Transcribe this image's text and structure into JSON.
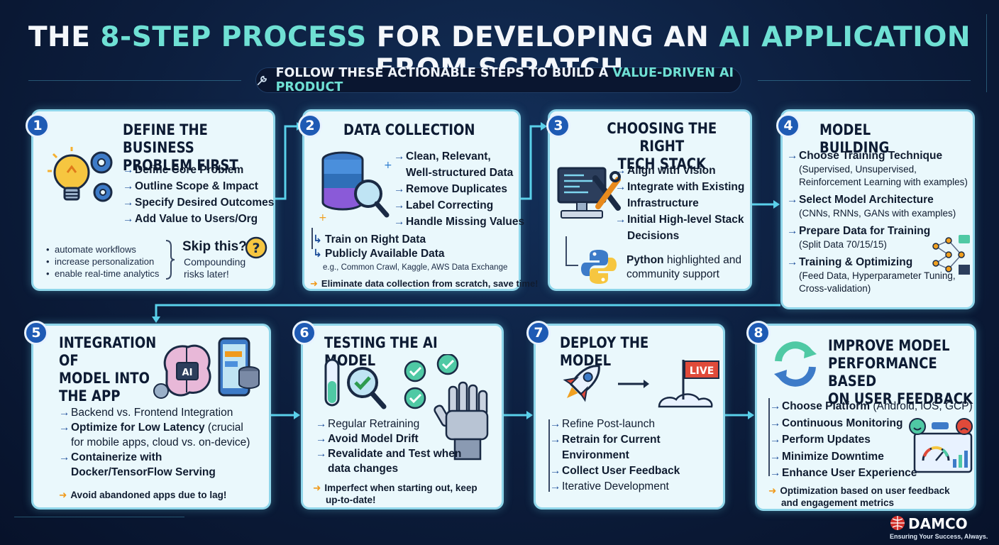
{
  "header": {
    "title_parts": [
      "THE ",
      "8-STEP PROCESS",
      " FOR DEVELOPING AN ",
      "AI APPLICATION",
      " FROM SCRATCH"
    ],
    "subtitle_prefix": "FOLLOW THESE ACTIONABLE STEPS TO BUILD A ",
    "subtitle_highlight": "VALUE-DRIVEN AI PRODUCT"
  },
  "steps": [
    {
      "number": "1",
      "title": [
        "DEFINE THE BUSINESS",
        "PROBLEM FIRST"
      ],
      "items": [
        "Define Core Problem",
        "Outline Scope & Impact",
        "Specify Desired Outcomes",
        "Add Value to Users/Org"
      ],
      "benefits": [
        "automate workflows",
        "increase personalization",
        "enable real-time analytics"
      ],
      "warning_title": "Skip this?",
      "warning_text": [
        "Compounding",
        "risks later!"
      ]
    },
    {
      "number": "2",
      "title": [
        "DATA COLLECTION"
      ],
      "items": [
        [
          "Clean, Relevant,",
          "Well-structured Data"
        ],
        "Remove Duplicates",
        "Label Correcting",
        "Handle Missing Values"
      ],
      "sources": [
        "Train on Right Data",
        "Publicly Available Data"
      ],
      "sources_example": "e.g., Common Crawl, Kaggle, AWS Data Exchange",
      "note": "Eliminate data collection from scratch, save time!"
    },
    {
      "number": "3",
      "title": [
        "CHOOSING THE RIGHT",
        "TECH STACK"
      ],
      "items": [
        "Align with Vision",
        [
          "Integrate with Existing",
          "Infrastructure"
        ],
        [
          "Initial High-level Stack",
          "Decisions"
        ]
      ],
      "python_bold": "Python",
      "python_rest": " highlighted and",
      "python_line2": "community support"
    },
    {
      "number": "4",
      "title": [
        "MODEL BUILDING"
      ],
      "items": [
        {
          "label": "Choose Training Technique",
          "detail": [
            "(Supervised, Unsupervised,",
            "Reinforcement Learning with examples)"
          ]
        },
        {
          "label": "Select Model Architecture",
          "detail": [
            "(CNNs, RNNs, GANs with examples)"
          ]
        },
        {
          "label": "Prepare Data for Training",
          "detail": [
            "(Split Data 70/15/15)"
          ]
        },
        {
          "label": "Training & Optimizing",
          "detail": [
            "(Feed Data, Hyperparameter Tuning,",
            "Cross-validation)"
          ]
        }
      ]
    },
    {
      "number": "5",
      "title": [
        "INTEGRATION OF",
        "MODEL INTO",
        "THE APP"
      ],
      "icon_label": "AI",
      "items": [
        {
          "label": "Backend vs. Frontend Integration",
          "bold": false
        },
        {
          "label": "Optimize for Low Latency",
          "rest": " (crucial",
          "line2": "for mobile apps, cloud vs. on-device)",
          "bold": true
        },
        {
          "label": "Containerize with",
          "line2": "Docker/TensorFlow Serving",
          "bold": true
        }
      ],
      "note": "Avoid abandoned apps due to lag!"
    },
    {
      "number": "6",
      "title": [
        "TESTING THE AI MODEL"
      ],
      "items": [
        {
          "label": "Regular Retraining",
          "bold": false
        },
        {
          "label": "Avoid Model Drift",
          "bold": true
        },
        {
          "label": "Revalidate and Test when",
          "line2": "data changes",
          "bold": true
        }
      ],
      "note": [
        "Imperfect when starting out, keep",
        "up-to-date!"
      ]
    },
    {
      "number": "7",
      "title": [
        "DEPLOY THE MODEL"
      ],
      "live_label": "LIVE",
      "items": [
        {
          "label": "Refine Post-launch",
          "bold": false
        },
        {
          "label": "Retrain for Current",
          "line2": "Environment",
          "bold": true
        },
        {
          "label": "Collect User Feedback",
          "bold": true
        },
        {
          "label": "Iterative Development",
          "bold": false
        }
      ]
    },
    {
      "number": "8",
      "title": [
        "IMPROVE MODEL",
        "PERFORMANCE BASED",
        "ON USER FEEDBACK"
      ],
      "items": [
        {
          "label": "Choose Platform",
          "rest": " (Android, iOS, GCP)"
        },
        {
          "label": "Continuous Monitoring"
        },
        {
          "label": "Perform Updates"
        },
        {
          "label": "Minimize Downtime"
        },
        {
          "label": "Enhance User Experience"
        }
      ],
      "note": [
        "Optimization based on user feedback",
        "and engagement metrics"
      ]
    }
  ],
  "brand": {
    "name": "DAMCO",
    "tagline": "Ensuring Your Success, Always."
  },
  "colors": {
    "card_bg": "#eaf8fc",
    "card_border": "#8fd6ea",
    "badge": "#1e5ab4",
    "highlight": "#6fe0d4",
    "background": "#0c1d3c",
    "accent_arrow": "#f09a1c"
  }
}
